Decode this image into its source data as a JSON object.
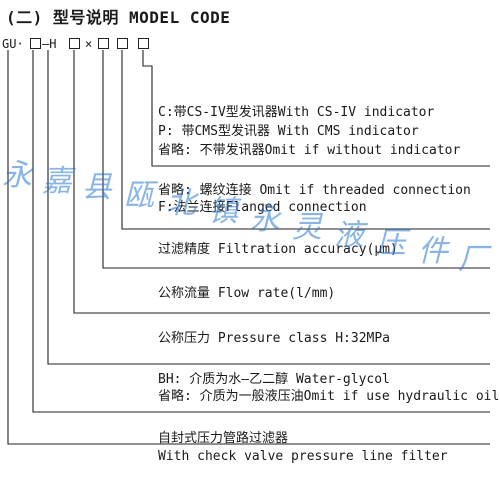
{
  "title": "(二) 型号说明 MODEL CODE",
  "code": {
    "prefix": "GU·",
    "dash_h": "—H",
    "times": "×"
  },
  "labels": {
    "indicator": [
      "C:带CS-IV型发讯器With CS-IV indicator",
      "P: 带CMS型发讯器 With CMS indicator",
      "省略: 不带发讯器Omit if without indicator"
    ],
    "connection": [
      "省略: 螺纹连接  Omit if threaded connection",
      "F:法兰连接Flanged connection"
    ],
    "filtration": "过滤精度 Filtration accuracy(μm)",
    "flow": "公称流量 Flow rate(l/mm)",
    "pressure": "公称压力 Pressure class H:32MPa",
    "medium": [
      "BH: 介质为水—乙二醇 Water-glycol",
      "省略: 介质为一般液压油Omit if use hydraulic oil"
    ],
    "product": [
      "自封式压力管路过滤器",
      "With check valve pressure line filter"
    ]
  },
  "watermark": [
    "永",
    "嘉",
    "县",
    "瓯",
    "北",
    "镇",
    "永",
    "灵",
    "液",
    "压",
    "件",
    "厂"
  ],
  "colors": {
    "line": "#222222",
    "watermark": "#2878d2"
  }
}
